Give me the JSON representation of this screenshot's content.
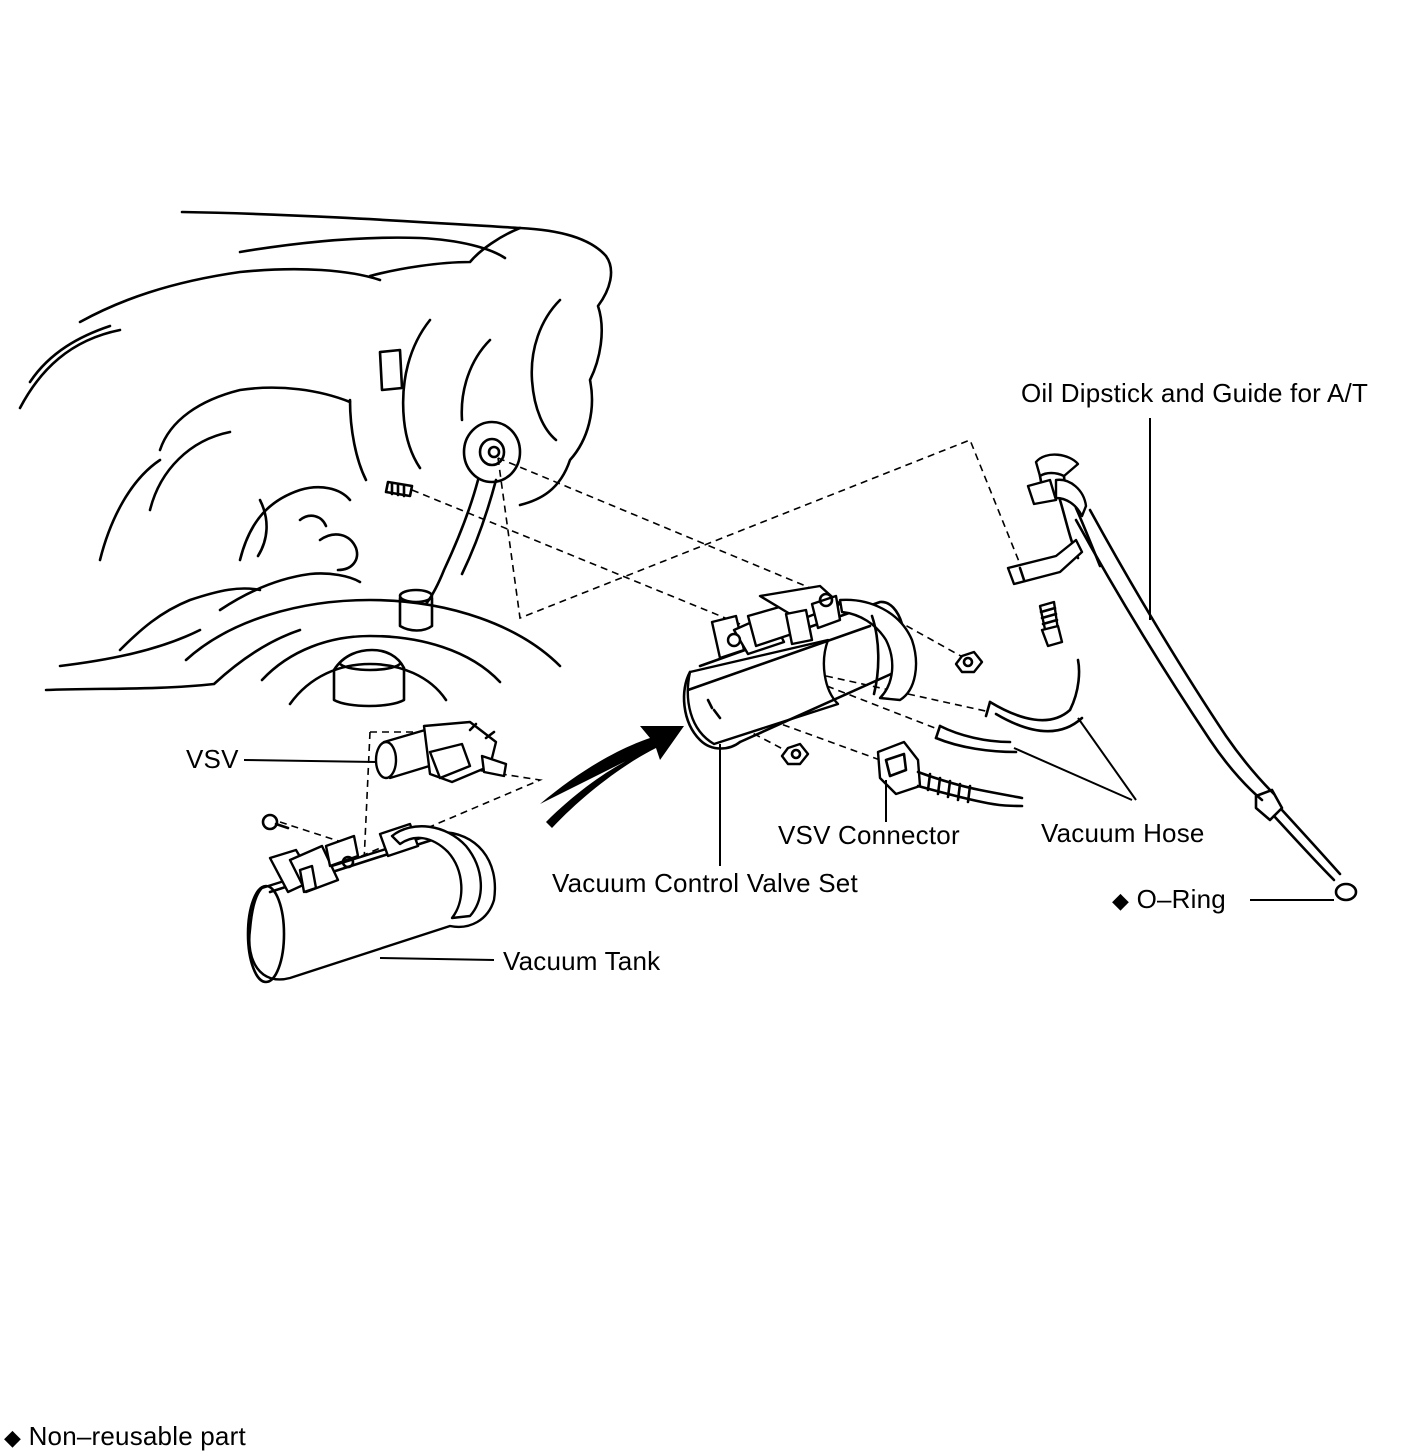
{
  "labels": {
    "oil_dipstick": "Oil Dipstick and Guide for A/T",
    "vsv": "VSV",
    "vsv_connector": "VSV Connector",
    "vacuum_hose": "Vacuum Hose",
    "vacuum_control_valve_set": "Vacuum Control Valve Set",
    "o_ring": "O–Ring",
    "vacuum_tank": "Vacuum Tank"
  },
  "legend": {
    "symbol": "◆",
    "text": "Non–reusable part"
  },
  "non_reusable_parts": [
    "O–Ring"
  ]
}
